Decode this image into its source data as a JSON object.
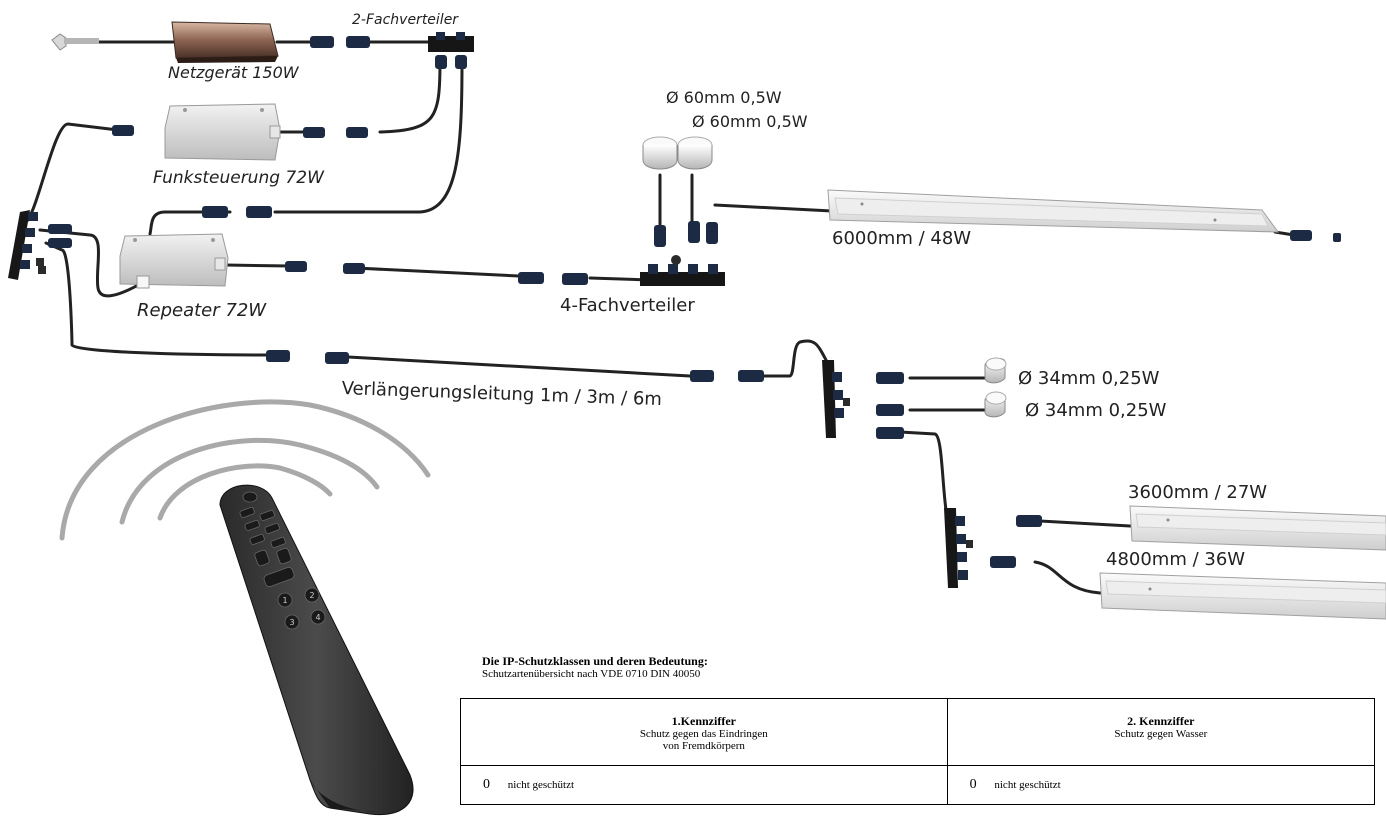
{
  "labels": {
    "two_way_splitter": "2-Fachverteiler",
    "power_supply": "Netzgerät 150W",
    "radio_control": "Funksteuerung 72W",
    "repeater": "Repeater 72W",
    "four_way_splitter": "4-Fachverteiler",
    "spot_60_a": "Ø 60mm 0,5W",
    "spot_60_b": "Ø 60mm 0,5W",
    "bar_6000": "6000mm / 48W",
    "extension": "Verlängerungsleitung 1m / 3m / 6m",
    "spot_34_a": "Ø 34mm 0,25W",
    "spot_34_b": "Ø 34mm 0,25W",
    "bar_3600": "3600mm / 27W",
    "bar_4800": "4800mm / 36W"
  },
  "remote_keys": [
    "1",
    "2",
    "3",
    "4"
  ],
  "ip_info": {
    "title": "Die IP-Schutzklassen und deren Bedeutung:",
    "subtitle": "Schutzartenübersicht nach VDE 0710 DIN 40050",
    "col1_title": "1.Kennziffer",
    "col1_desc_line1": "Schutz gegen das Eindringen",
    "col1_desc_line2": "von Fremdkörpern",
    "col2_title": "2. Kennziffer",
    "col2_desc": "Schutz gegen Wasser",
    "row1_col1_num": "0",
    "row1_col1_text": "nicht geschützt",
    "row1_col2_num": "0",
    "row1_col2_text": "nicht geschützt"
  }
}
